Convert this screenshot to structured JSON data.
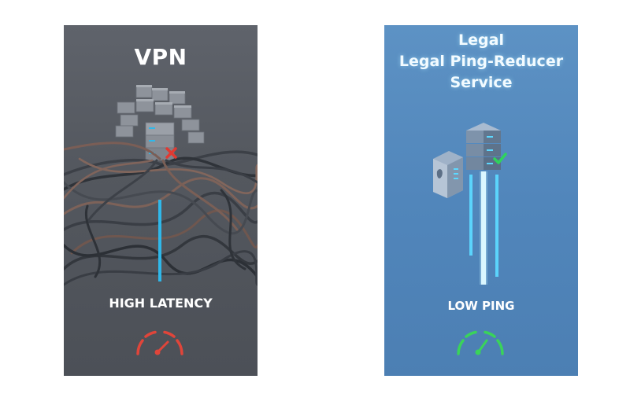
{
  "left_panel": {
    "title": "VPN",
    "caption": "HIGH LATENCY",
    "gauge_color": "#e0453a",
    "status_icon": "red-x-icon",
    "status_color": "#e03a32",
    "line_color": "#2fb8ea"
  },
  "right_panel": {
    "title_lines": [
      "Legal",
      "Legal Ping-Reducer",
      "Service"
    ],
    "caption": "LOW PING",
    "gauge_color": "#3ad35a",
    "status_icon": "green-check-icon",
    "status_color": "#2fd35c",
    "beam_color": "#5cd8ff"
  }
}
